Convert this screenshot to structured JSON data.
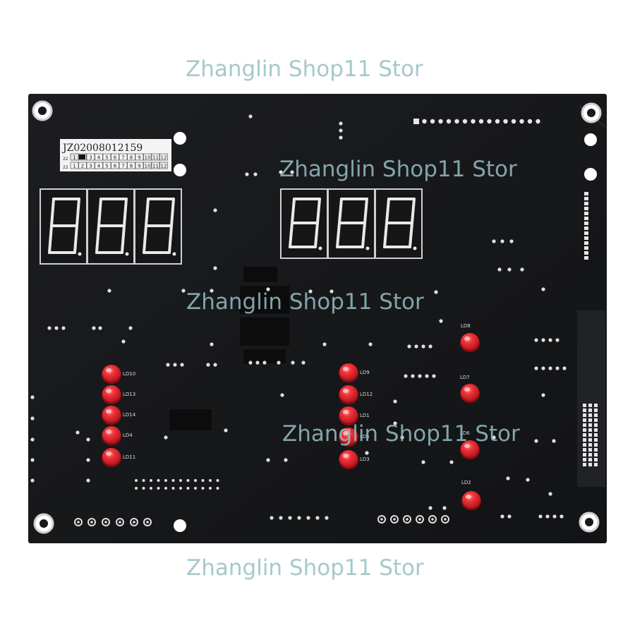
{
  "watermarks": [
    "Zhanglin Shop11 Stor",
    "Zhanglin Shop11 Stor",
    "Zhanglin Shop11 Stor",
    "Zhanglin Shop11 Stor",
    "Zhanglin Shop11 Stor"
  ],
  "serial_label": {
    "code": "JZ02008012159",
    "row_a_prefix": "22",
    "row_b_prefix": "22",
    "row_a_cells": [
      "1",
      "",
      "3",
      "4",
      "5",
      "6",
      "7",
      "8",
      "9",
      "10",
      "11",
      "12"
    ],
    "row_b_cells": [
      "1",
      "2",
      "3",
      "4",
      "5",
      "6",
      "7",
      "8",
      "9",
      "10",
      "11",
      "12"
    ]
  },
  "led_labels": {
    "left_column": [
      "LD10",
      "LD13",
      "LD14",
      "LD4",
      "LD11"
    ],
    "middle_column": [
      "LD9",
      "LD12",
      "LD1",
      "LD5",
      "LD3"
    ],
    "right_column": [
      "LD8",
      "LD7",
      "LD6",
      "LD2"
    ]
  },
  "colors": {
    "board": "#17181a",
    "led": "#e8262b",
    "silkscreen": "#d8d8d8",
    "watermark": "#96bec3"
  }
}
